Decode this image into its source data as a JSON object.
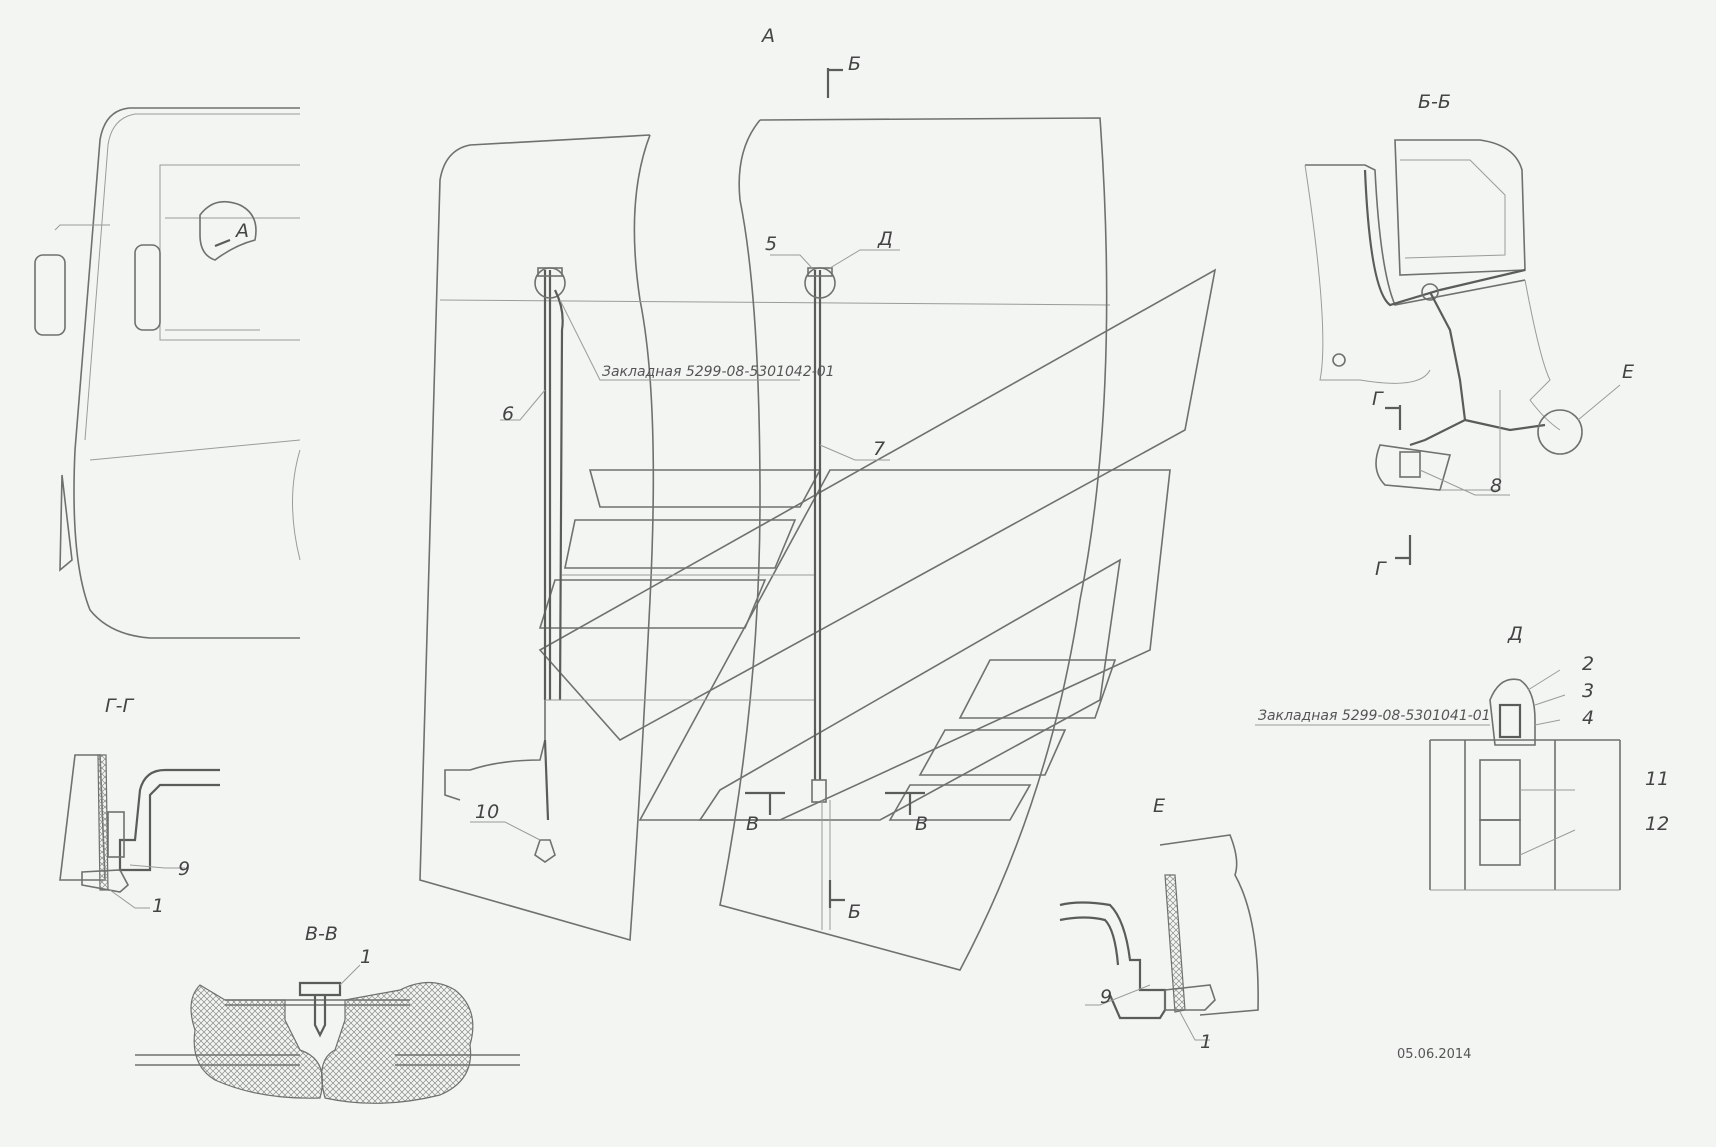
{
  "views": {
    "main_view_label": "А",
    "section_bb_label": "Б-Б",
    "section_gg_label": "Г-Г",
    "section_vv_label": "В-В",
    "detail_d_label": "Д",
    "detail_e_label": "Е",
    "arrow_a_label": "А"
  },
  "section_marks": {
    "b": "Б",
    "v": "В",
    "g": "Г",
    "d": "Д",
    "e": "Е"
  },
  "callouts": {
    "embedded_42": "Закладная 5299-08-5301042-01",
    "embedded_41": "Закладная 5299-08-5301041-01"
  },
  "positions": {
    "p1": "1",
    "p2": "2",
    "p3": "3",
    "p4": "4",
    "p5": "5",
    "p6": "6",
    "p7": "7",
    "p8": "8",
    "p9": "9",
    "p10": "10",
    "p11": "11",
    "p12": "12"
  },
  "date": "05.06.2014"
}
